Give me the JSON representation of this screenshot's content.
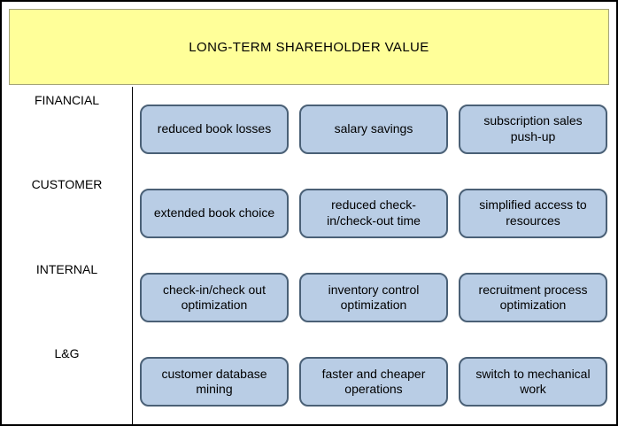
{
  "header": {
    "title": "LONG-TERM SHAREHOLDER VALUE"
  },
  "rows": [
    {
      "label": "FINANCIAL",
      "boxes": [
        "reduced book losses",
        "salary savings",
        "subscription sales push-up"
      ]
    },
    {
      "label": "CUSTOMER",
      "boxes": [
        "extended book choice",
        "reduced check-in/check-out time",
        "simplified access to resources"
      ]
    },
    {
      "label": "INTERNAL",
      "boxes": [
        "check-in/check out optimization",
        "inventory control optimization",
        "recruitment process optimization"
      ]
    },
    {
      "label": "L&G",
      "boxes": [
        "customer database mining",
        "faster and cheaper operations",
        "switch to mechanical work"
      ]
    }
  ],
  "colors": {
    "header_fill": "#ffff99",
    "node_fill": "#b9cde5",
    "node_border": "#4a6076"
  }
}
